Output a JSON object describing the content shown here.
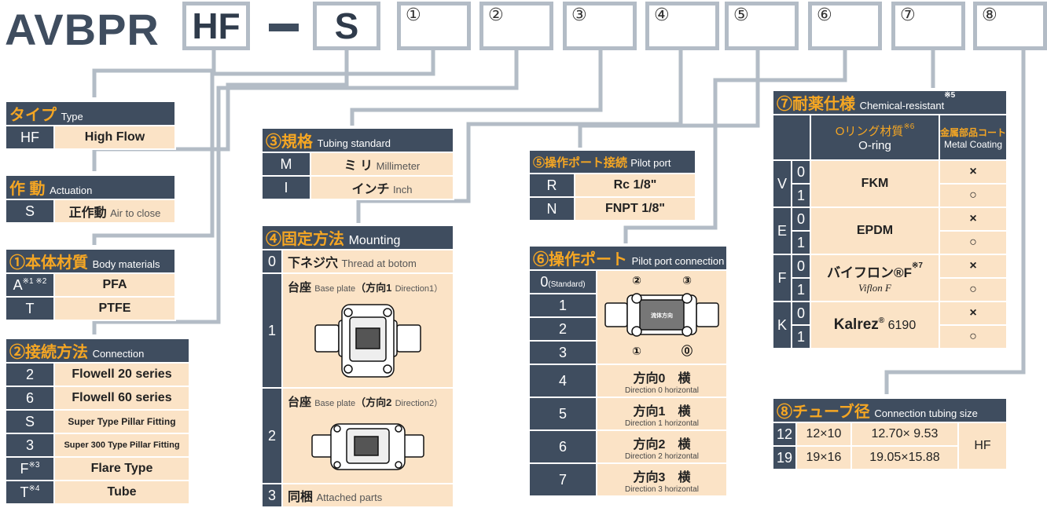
{
  "header": {
    "title": "AVBPR",
    "code1": "HF",
    "code2": "S",
    "slots": [
      "①",
      "②",
      "③",
      "④",
      "⑤",
      "⑥",
      "⑦",
      "⑧"
    ]
  },
  "type_table": {
    "title": "タイプ",
    "title_en": "Type",
    "rows": [
      {
        "k": "HF",
        "v": "High Flow"
      }
    ]
  },
  "actuation_table": {
    "title": "作 動",
    "title_en": "Actuation",
    "rows": [
      {
        "k": "S",
        "v": "正作動",
        "v_en": "Air to close"
      }
    ]
  },
  "body_table": {
    "title": "①本体材質",
    "title_en": "Body materials",
    "rows": [
      {
        "k": "A",
        "note": "※1 ※2",
        "v": "PFA"
      },
      {
        "k": "T",
        "v": "PTFE"
      }
    ]
  },
  "connection_table": {
    "title": "②接続方法",
    "title_en": "Connection",
    "rows": [
      {
        "k": "2",
        "v": "Flowell 20 series"
      },
      {
        "k": "6",
        "v": "Flowell 60 series"
      },
      {
        "k": "S",
        "v": "Super Type Pillar Fitting"
      },
      {
        "k": "3",
        "v": "Super 300 Type Pillar Fitting"
      },
      {
        "k": "F",
        "note": "※3",
        "v": "Flare Type"
      },
      {
        "k": "T",
        "note": "※4",
        "v": "Tube"
      }
    ]
  },
  "tubing_table": {
    "title": "③規格",
    "title_en": "Tubing standard",
    "rows": [
      {
        "k": "M",
        "v": "ミ リ",
        "v_en": "Millimeter"
      },
      {
        "k": "I",
        "v": "インチ",
        "v_en": "Inch"
      }
    ]
  },
  "mounting_table": {
    "title": "④固定方法",
    "title_en": "Mounting",
    "rows": [
      {
        "k": "0",
        "v": "下ネジ穴",
        "v_en": "Thread at botom"
      },
      {
        "k": "1",
        "v": "台座",
        "v_en": "Base plate",
        "dir": "（方向1",
        "dir_en": "Direction1）"
      },
      {
        "k": "2",
        "v": "台座",
        "v_en": "Base plate",
        "dir": "（方向2",
        "dir_en": "Direction2）"
      },
      {
        "k": "3",
        "v": "同梱",
        "v_en": "Attached parts"
      }
    ]
  },
  "pilot_table": {
    "title": "⑤操作ポート接続",
    "title_en": "Pilot port",
    "rows": [
      {
        "k": "R",
        "v": "Rc 1/8\""
      },
      {
        "k": "N",
        "v": "FNPT 1/8\""
      }
    ]
  },
  "pilot_conn_table": {
    "title": "⑥操作ポート",
    "title_en": "Pilot port connection",
    "rows": [
      {
        "k": "0",
        "k_note": "(Standard)"
      },
      {
        "k": "1"
      },
      {
        "k": "2"
      },
      {
        "k": "3"
      },
      {
        "k": "4",
        "v": "方向0　横",
        "v_en": "Direction 0 horizontal"
      },
      {
        "k": "5",
        "v": "方向1　横",
        "v_en": "Direction 1 horizontal"
      },
      {
        "k": "6",
        "v": "方向2　横",
        "v_en": "Direction 2 horizontal"
      },
      {
        "k": "7",
        "v": "方向3　横",
        "v_en": "Direction 3 horizontal"
      }
    ],
    "diagram_labels": [
      "②",
      "③",
      "①",
      "⓪"
    ],
    "flow_label": "流体方向"
  },
  "chem_table": {
    "title": "⑦耐薬仕様",
    "title_en": "Chemical-resistant",
    "note": "※5",
    "col1": "Oリング材質",
    "col1_note": "※6",
    "col1_en": "O-ring",
    "col2": "金属部品コート",
    "col2_en": "Metal Coating",
    "groups": [
      {
        "k": "V",
        "m": "FKM"
      },
      {
        "k": "E",
        "m": "EPDM"
      },
      {
        "k": "F",
        "m": "バイフロン®F",
        "m_note": "※7",
        "m_en": "Viflon F"
      },
      {
        "k": "K",
        "m": "Kalrez",
        "m_sup": "®",
        "m_suffix": " 6190"
      }
    ],
    "sub": [
      "0",
      "1"
    ],
    "marks": [
      "×",
      "○"
    ]
  },
  "tube_size_table": {
    "title": "⑧チューブ径",
    "title_en": "Connection tubing size",
    "rows": [
      {
        "k": "12",
        "a": "12×10",
        "b": "12.70× 9.53"
      },
      {
        "k": "19",
        "a": "19×16",
        "b": "19.05×15.88"
      }
    ],
    "type": "HF"
  }
}
